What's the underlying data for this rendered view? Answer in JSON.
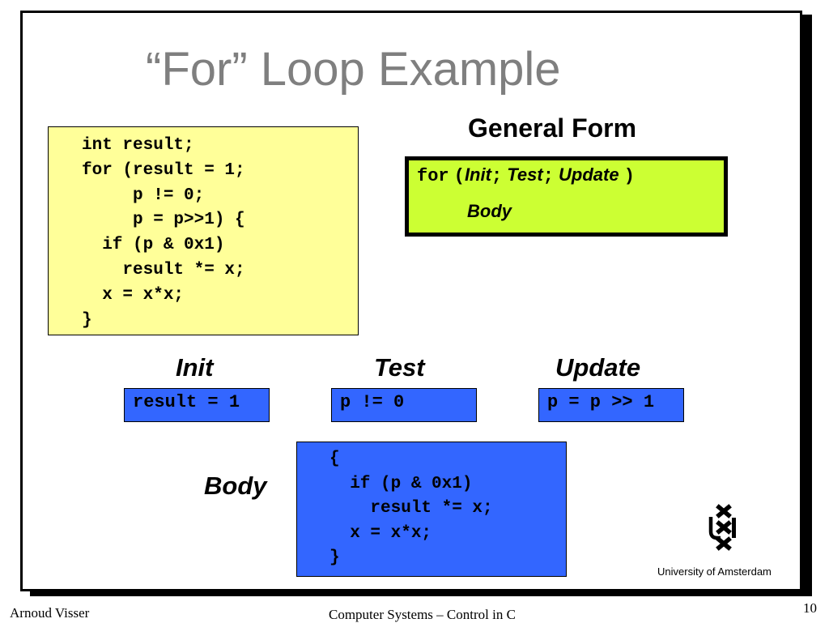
{
  "slide": {
    "title": "“For” Loop Example",
    "general_form_heading": "General Form",
    "code_example": "int result;\nfor (result = 1;\n     p != 0;\n     p = p>>1) {\n  if (p & 0x1)\n    result *= x;\n  x = x*x;\n}",
    "general_form": {
      "keyword": "for",
      "open_paren": "(",
      "init": "Init",
      "sep1": ";",
      "test": "Test",
      "sep2": ";",
      "update": "Update",
      "close_paren": ")",
      "body": "Body"
    },
    "init_label": "Init",
    "init_code": "result = 1",
    "test_label": "Test",
    "test_code": "p != 0",
    "update_label": "Update",
    "update_code": "p = p >> 1",
    "body_label": "Body",
    "body_code": "{\n  if (p & 0x1)\n    result *= x;\n  x = x*x;\n}",
    "logo_text": "University  of Amsterdam"
  },
  "footer": {
    "author": "Arnoud Visser",
    "course": "Computer Systems – Control in C",
    "page_number": "10"
  },
  "colors": {
    "title": "#7f7f7f",
    "code_box": "#ffff99",
    "general_form_box": "#ccff33",
    "part_boxes": "#3366ff"
  },
  "icons": [
    "uva-logo-icon"
  ]
}
